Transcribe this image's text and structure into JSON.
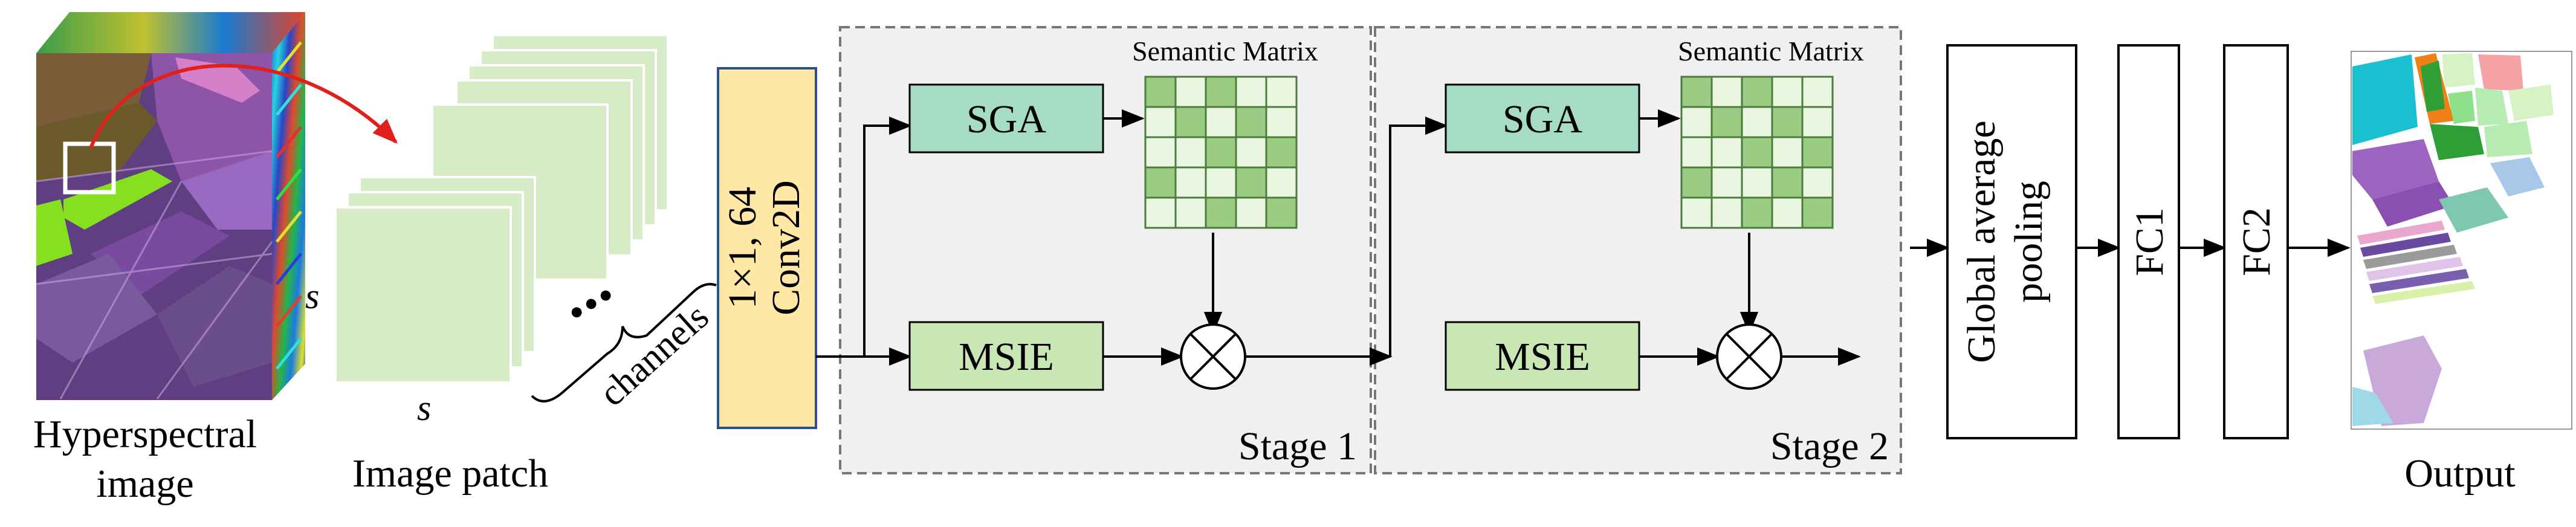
{
  "input": {
    "hyperspectral_label_line1": "Hyperspectral",
    "hyperspectral_label_line2": "image"
  },
  "patch": {
    "label": "Image patch",
    "height_symbol": "s",
    "width_symbol": "s",
    "ellipsis": "•••",
    "channels_label": "channels"
  },
  "conv": {
    "line1": "1×1, 64",
    "line2": "Conv2D"
  },
  "stages": [
    {
      "label": "Stage 1",
      "matrix_label": "Semantic Matrix",
      "sga_label": "SGA",
      "msie_label": "MSIE",
      "operator": "⊗"
    },
    {
      "label": "Stage 2",
      "matrix_label": "Semantic Matrix",
      "sga_label": "SGA",
      "msie_label": "MSIE",
      "operator": "⊗"
    }
  ],
  "gap": {
    "line1": "Global average",
    "line2": "pooling"
  },
  "fc1": {
    "label": "FC1"
  },
  "fc2": {
    "label": "FC2"
  },
  "output": {
    "label": "Output"
  },
  "colors": {
    "conv_fill": "#ffe7a6",
    "conv_stroke": "#2d4f8a",
    "sga_fill": "#a6dcc4",
    "msie_fill": "#c9e6b5",
    "patch_fill": "#d5ecc7",
    "matrix_dark": "#9acc83",
    "matrix_light": "#eaf6e0",
    "stage_fill": "#f0f0f0",
    "stage_border": "#777777",
    "arrow_red": "#e0201a"
  }
}
